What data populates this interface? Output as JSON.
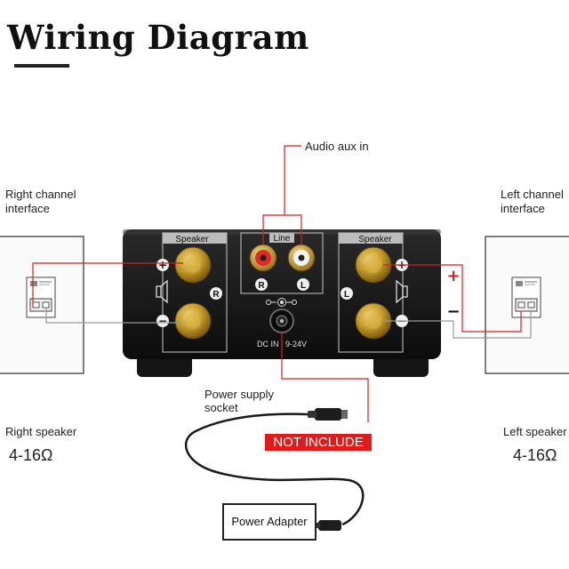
{
  "title": "Wiring Diagram",
  "labels": {
    "audio_aux_in": "Audio aux in",
    "right_channel_line1": "Right channel",
    "right_channel_line2": "interface",
    "left_channel_line1": "Left channel",
    "left_channel_line2": "interface",
    "power_socket_line1": "Power supply",
    "power_socket_line2": "socket",
    "right_speaker": "Right speaker",
    "left_speaker": "Left speaker",
    "impedance_right": "4-16Ω",
    "impedance_left": "4-16Ω",
    "not_include": "NOT INCLUDE",
    "power_adapter": "Power Adapter"
  },
  "device": {
    "speaker_left_panel": "Speaker",
    "speaker_right_panel": "Speaker",
    "line_panel": "Line",
    "channel_r": "R",
    "channel_l": "L",
    "rca_r": "R",
    "rca_l": "L",
    "dc_in": "DC IN : 9-24V",
    "plus_sign": "+",
    "minus_sign": "−"
  },
  "polarity": {
    "plus": "+",
    "minus": "−"
  },
  "colors": {
    "wire_red": "#d42020",
    "wire_gray": "#9a9a9a",
    "device_body": "#161616",
    "gold_terminal": "#c49a2a",
    "badge_red": "#e21a1a"
  }
}
